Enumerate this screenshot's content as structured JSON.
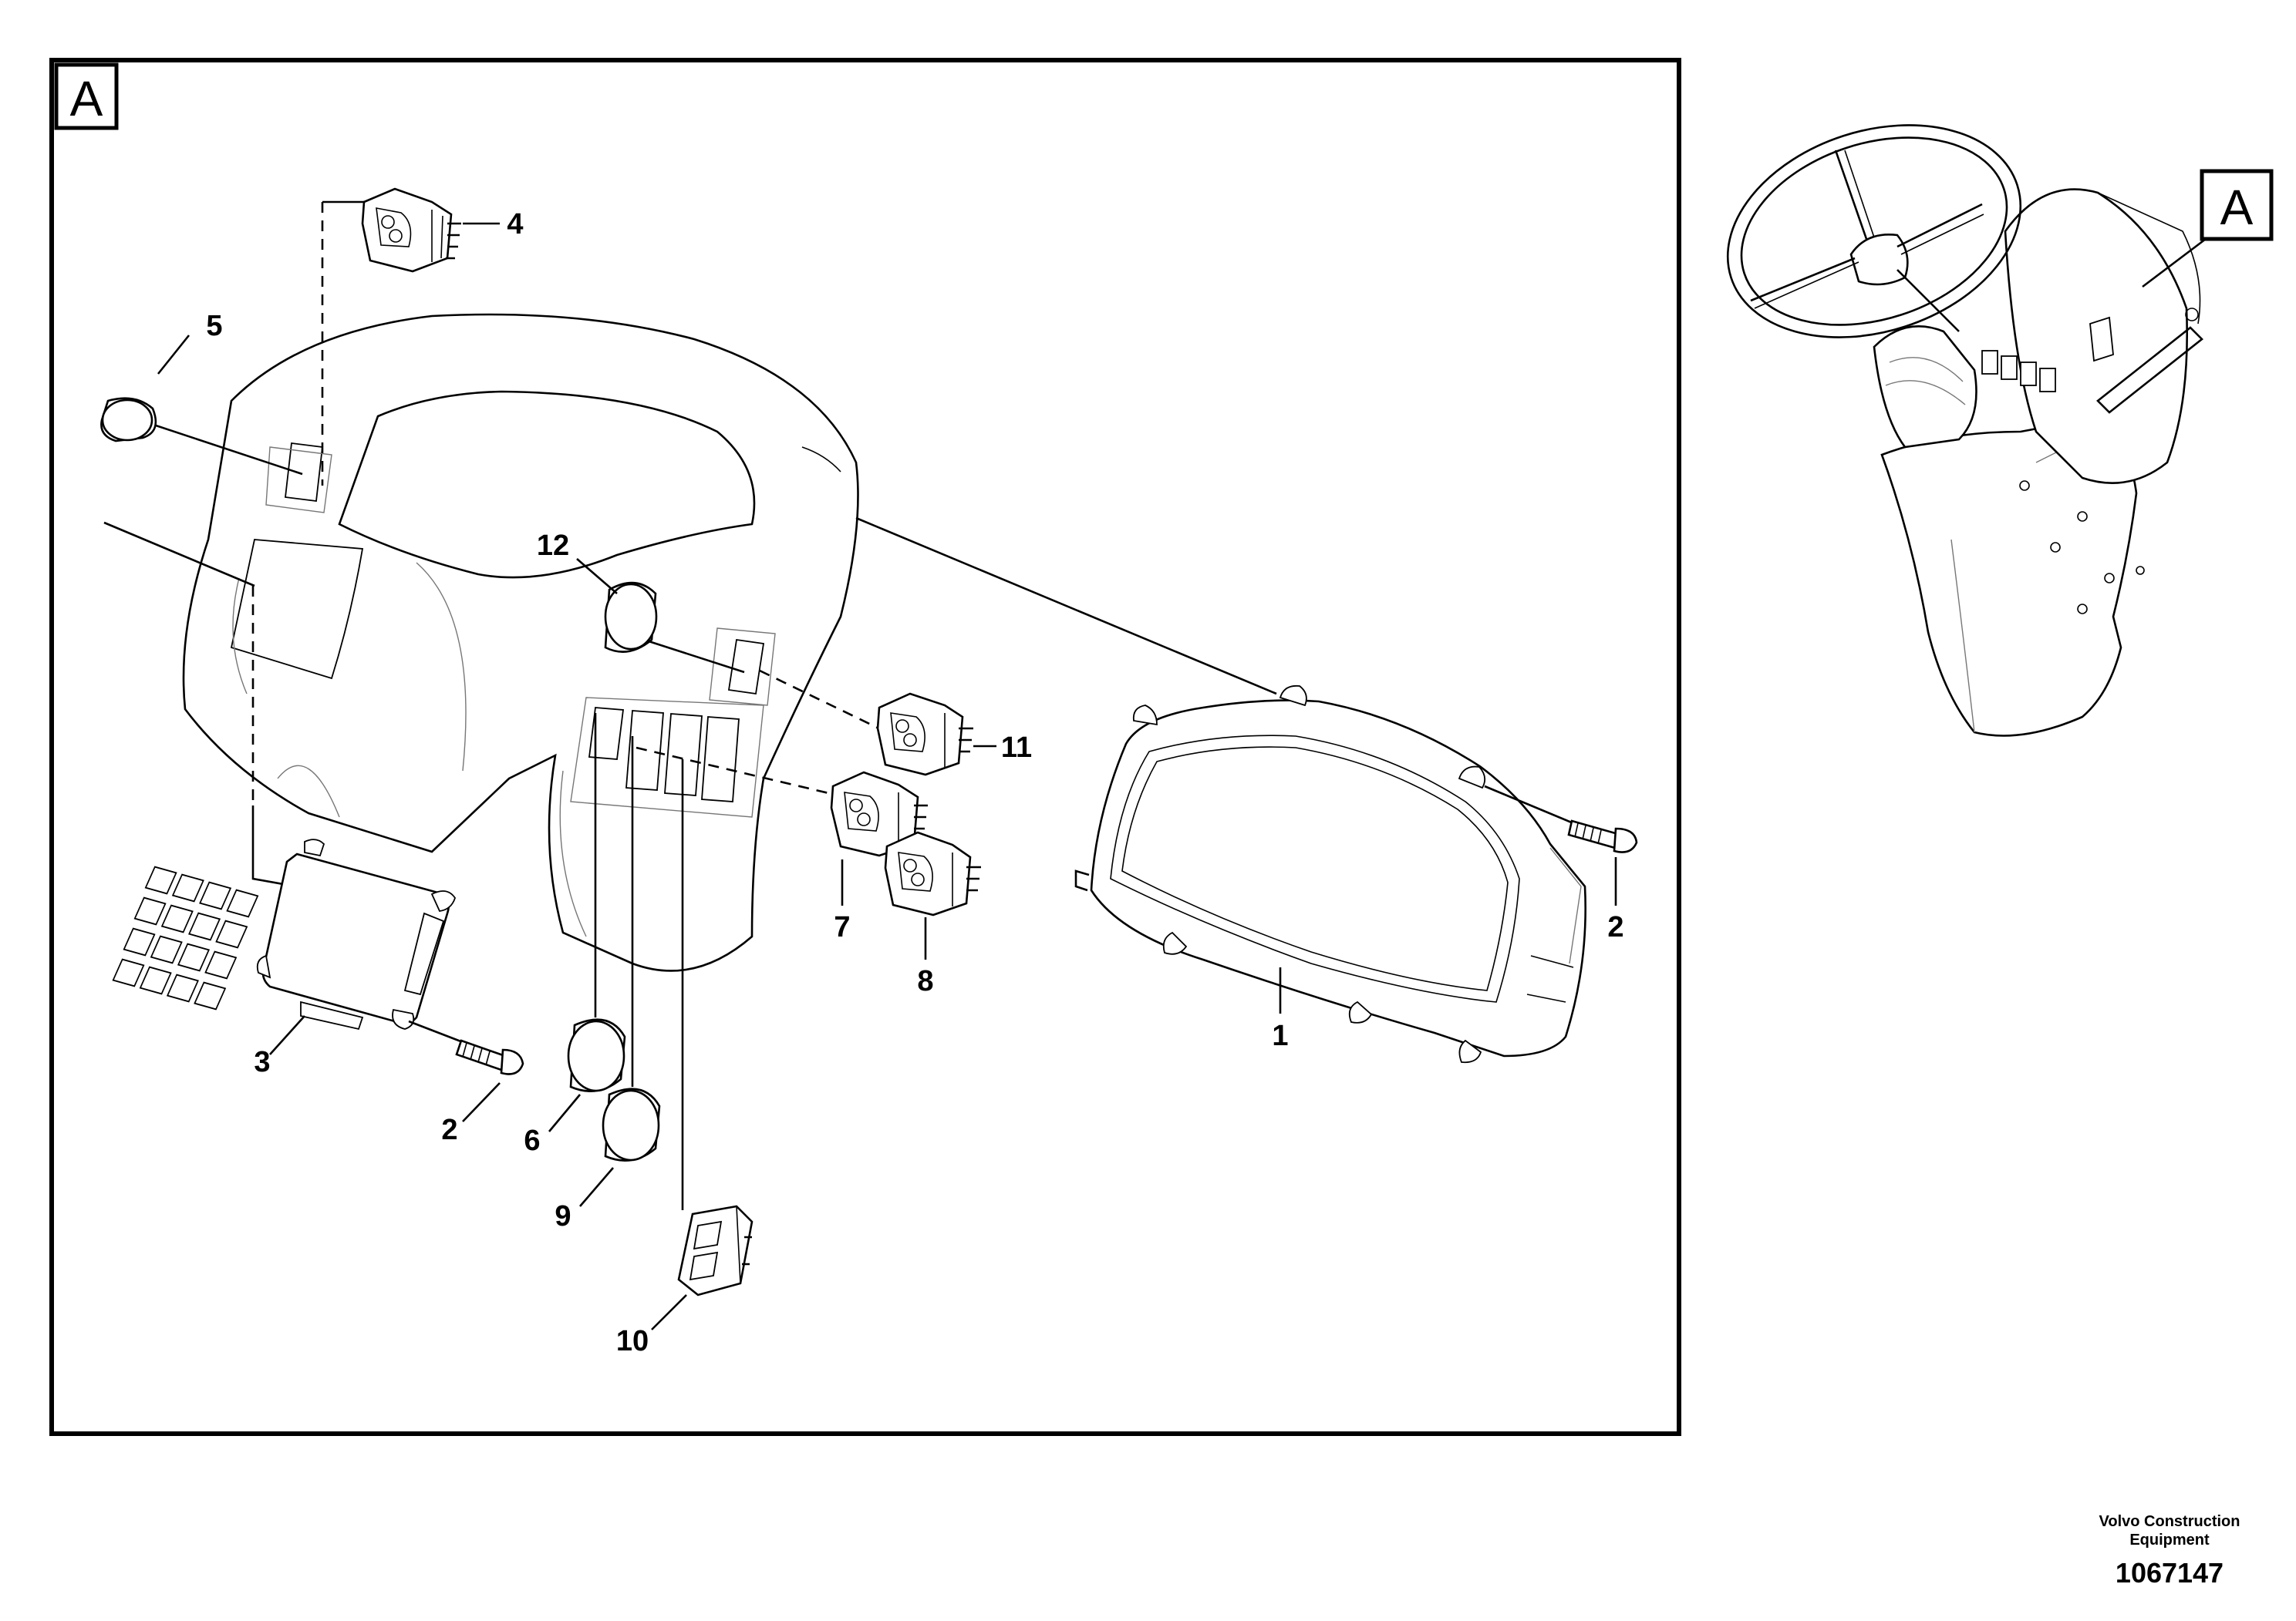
{
  "detail_view": {
    "label": "A"
  },
  "overview_view": {
    "label": "A"
  },
  "callouts": [
    {
      "id": "1",
      "label": "1"
    },
    {
      "id": "2a",
      "label": "2"
    },
    {
      "id": "2b",
      "label": "2"
    },
    {
      "id": "3",
      "label": "3"
    },
    {
      "id": "4",
      "label": "4"
    },
    {
      "id": "5",
      "label": "5"
    },
    {
      "id": "6",
      "label": "6"
    },
    {
      "id": "7",
      "label": "7"
    },
    {
      "id": "8",
      "label": "8"
    },
    {
      "id": "9",
      "label": "9"
    },
    {
      "id": "10",
      "label": "10"
    },
    {
      "id": "11",
      "label": "11"
    },
    {
      "id": "12",
      "label": "12"
    }
  ],
  "footer": {
    "brand_line1": "Volvo Construction",
    "brand_line2": "Equipment",
    "drawing_number": "1067147"
  }
}
